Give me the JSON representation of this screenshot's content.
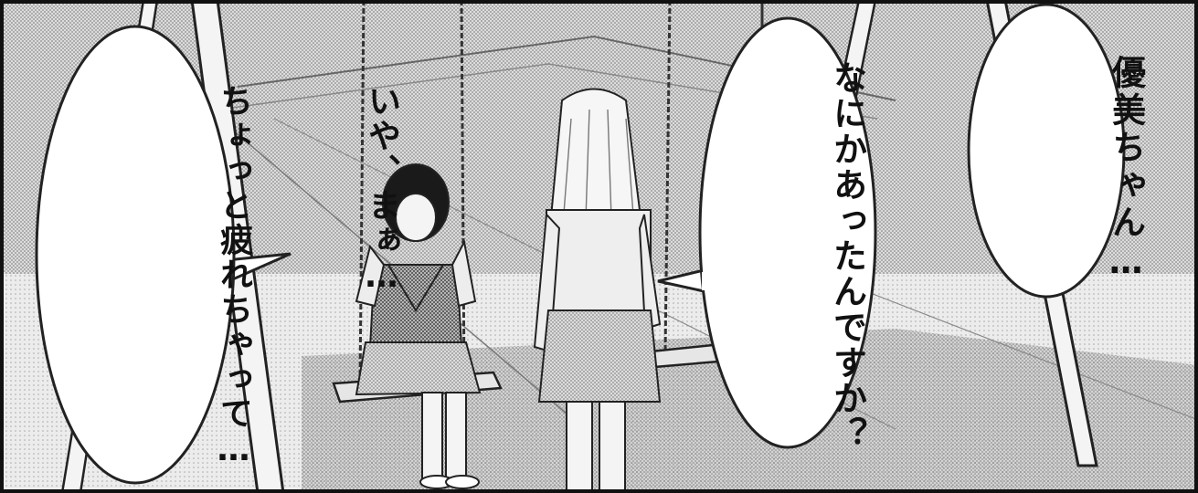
{
  "dialogue": {
    "right_bubble": [
      "優美ちゃん…"
    ],
    "middle_bubble": [
      "なにかあったんですか？"
    ],
    "left_bubble": [
      "いや、まぁ…",
      "ちょっと疲れちゃって…"
    ]
  }
}
